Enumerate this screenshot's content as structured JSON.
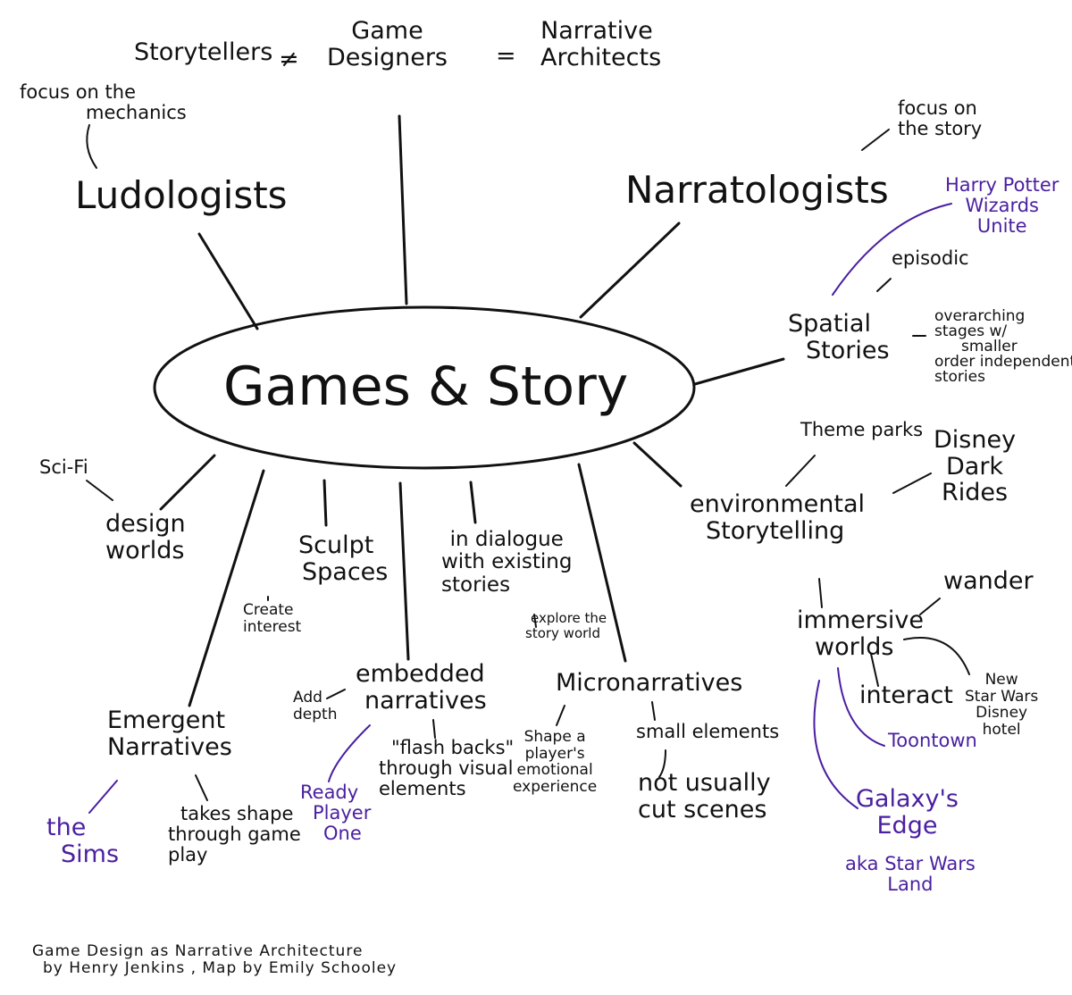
{
  "center": "Games & Story",
  "top": {
    "storytellers": "Storytellers",
    "neq": "≠",
    "game_designers": [
      "Game",
      "Designers"
    ],
    "eq": "=",
    "narrative_architects": [
      "Narrative",
      "Architects"
    ]
  },
  "ludologists": {
    "title": "Ludologists",
    "note": [
      "focus on the",
      "mechanics"
    ]
  },
  "narratologists": {
    "title": "Narratologists",
    "note": [
      "focus on",
      "the story"
    ]
  },
  "spatial": {
    "title": [
      "Spatial",
      "Stories"
    ],
    "episodic": "episodic",
    "hp": [
      "Harry Potter",
      "Wizards",
      "Unite"
    ],
    "overarching": [
      "overarching",
      "stages w/",
      "smaller",
      "order independent",
      "stories"
    ]
  },
  "environmental": {
    "title": [
      "environmental",
      "Storytelling"
    ],
    "theme_parks": "Theme parks",
    "disney": [
      "Disney",
      "Dark",
      "Rides"
    ]
  },
  "immersive": {
    "title": [
      "immersive",
      "worlds"
    ],
    "wander": "wander",
    "interact": "interact",
    "toontown": "Toontown",
    "new_star_wars": [
      "New",
      "Star Wars",
      "Disney",
      "hotel"
    ],
    "galaxys_edge": [
      "Galaxy's",
      "Edge"
    ],
    "aka": [
      "aka Star Wars",
      "Land"
    ]
  },
  "design_worlds": {
    "title": [
      "design",
      "worlds"
    ],
    "scifi": "Sci-Fi"
  },
  "sculpt": {
    "title": [
      "Sculpt",
      "Spaces"
    ],
    "note": [
      "Create",
      "interest"
    ]
  },
  "dialogue": {
    "title": [
      "in dialogue",
      "with existing",
      "stories"
    ],
    "note": [
      "explore the",
      "story world"
    ]
  },
  "embedded": {
    "title": [
      "embedded",
      "narratives"
    ],
    "add_depth": [
      "Add",
      "depth"
    ],
    "flashbacks": [
      "\"flash backs\"",
      "through visual",
      "elements"
    ],
    "rpo": [
      "Ready",
      "Player",
      "One"
    ]
  },
  "micro": {
    "title": "Micronarratives",
    "shape": [
      "Shape a",
      "player's",
      "emotional",
      "experience"
    ],
    "small": "small elements",
    "not_cut": [
      "not usually",
      "cut scenes"
    ]
  },
  "emergent": {
    "title": [
      "Emergent",
      "Narratives"
    ],
    "sims": [
      "the",
      "Sims"
    ],
    "takes": [
      "takes shape",
      "through game",
      "play"
    ]
  },
  "credit": [
    "Game Design as Narrative Architecture",
    "by Henry   Jenkins     , Map by Emily Schooley"
  ],
  "colors": {
    "ink": "#111111",
    "accent": "#4a1fa0"
  }
}
